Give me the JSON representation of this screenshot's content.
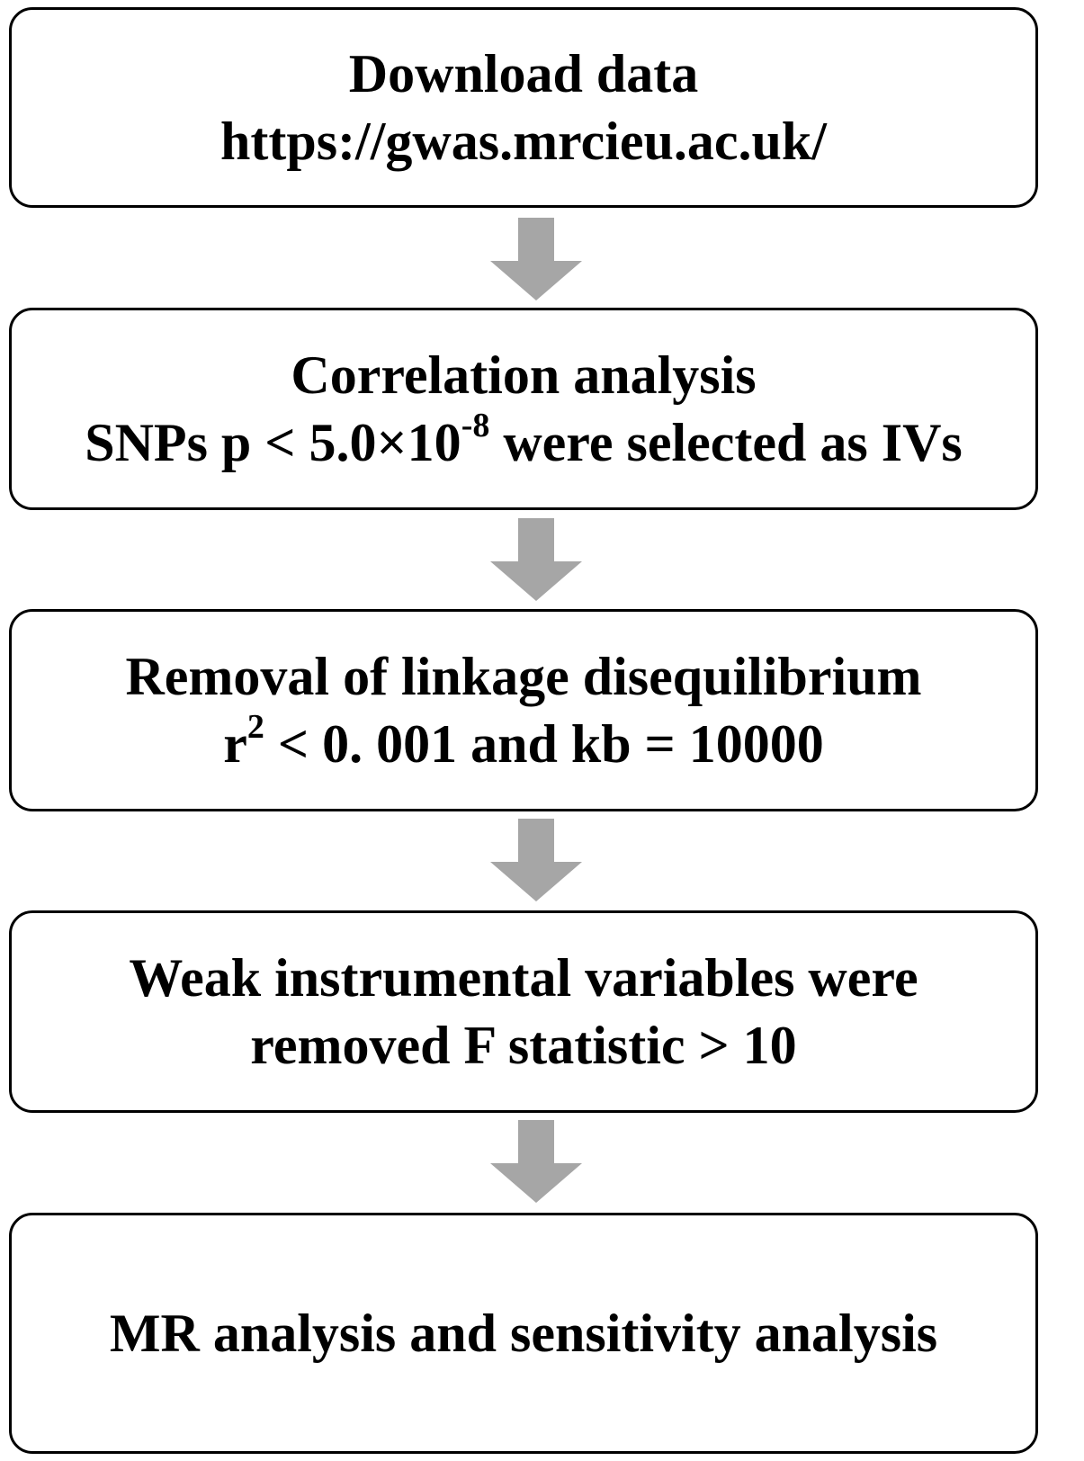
{
  "steps": [
    {
      "title": "Download data",
      "detail": "https://gwas.mrcieu.ac.uk/"
    },
    {
      "title": "Correlation analysis",
      "detail_pre": "SNPs p < 5.0×10",
      "detail_sup": "-8",
      "detail_post": " were selected as IVs"
    },
    {
      "title": "Removal of linkage disequilibrium",
      "detail_pre": "r",
      "detail_sup": "2",
      "detail_post": " < 0. 001 and kb = 10000"
    },
    {
      "title": "Weak instrumental variables were",
      "detail": "removed F statistic > 10"
    },
    {
      "title": "MR analysis and sensitivity analysis"
    }
  ],
  "colors": {
    "box_border": "#000000",
    "arrow_fill": "#a6a6a6",
    "text": "#000000"
  },
  "icons": {
    "connector": "down-arrow-icon"
  }
}
